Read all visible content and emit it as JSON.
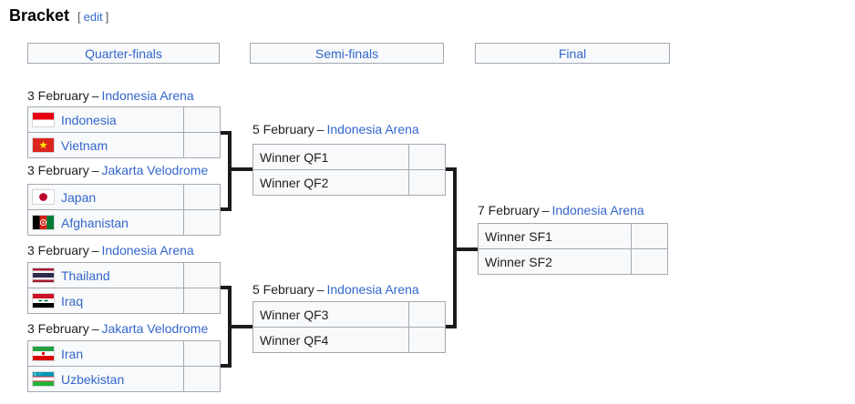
{
  "separator": "–",
  "page": {
    "title": "Bracket",
    "edit_open": "[",
    "edit_label": "edit",
    "edit_close": "]"
  },
  "theme": {
    "link-color": "#3366cc",
    "text-color": "#202122",
    "border-color": "#a2a9b1",
    "cell-bg": "#f8f9fa",
    "line-color": "#1b1b1b"
  },
  "headers": {
    "quarterfinals": "Quarter-finals",
    "semifinals": "Semi-finals",
    "final": "Final"
  },
  "matches": {
    "qf1": {
      "date": "3 February",
      "venue": "Indonesia Arena",
      "team1": "Indonesia",
      "team2": "Vietnam",
      "score1": "",
      "score2": "",
      "flag1": "indonesia-flag-icon",
      "flag2": "vietnam-flag-icon"
    },
    "qf2": {
      "date": "3 February",
      "venue": "Jakarta Velodrome",
      "team1": "Japan",
      "team2": "Afghanistan",
      "score1": "",
      "score2": "",
      "flag1": "japan-flag-icon",
      "flag2": "afghanistan-flag-icon"
    },
    "qf3": {
      "date": "3 February",
      "venue": "Indonesia Arena",
      "team1": "Thailand",
      "team2": "Iraq",
      "score1": "",
      "score2": "",
      "flag1": "thailand-flag-icon",
      "flag2": "iraq-flag-icon"
    },
    "qf4": {
      "date": "3 February",
      "venue": "Jakarta Velodrome",
      "team1": "Iran",
      "team2": "Uzbekistan",
      "score1": "",
      "score2": "",
      "flag1": "iran-flag-icon",
      "flag2": "uzbekistan-flag-icon"
    },
    "sf1": {
      "date": "5 February",
      "venue": "Indonesia Arena",
      "team1": "Winner QF1",
      "team2": "Winner QF2",
      "score1": "",
      "score2": ""
    },
    "sf2": {
      "date": "5 February",
      "venue": "Indonesia Arena",
      "team1": "Winner QF3",
      "team2": "Winner QF4",
      "score1": "",
      "score2": ""
    },
    "final": {
      "date": "7 February",
      "venue": "Indonesia Arena",
      "team1": "Winner SF1",
      "team2": "Winner SF2",
      "score1": "",
      "score2": ""
    }
  }
}
